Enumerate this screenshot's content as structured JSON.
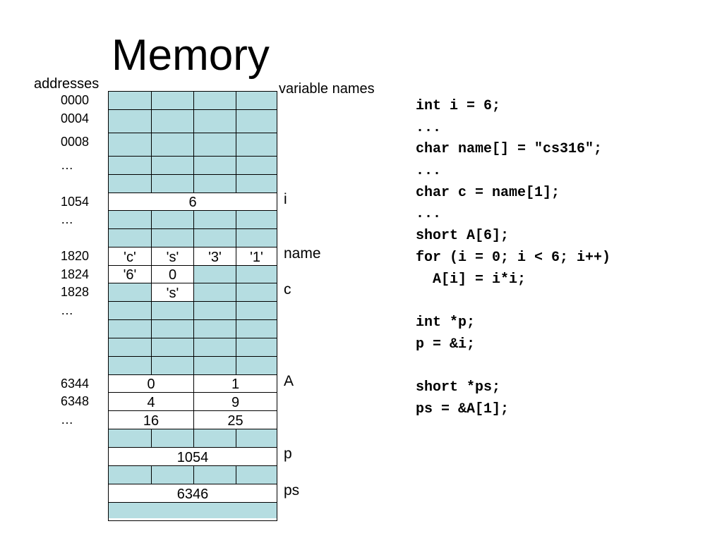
{
  "title": "Memory",
  "headers": {
    "addresses": "addresses",
    "variables": "variable names"
  },
  "addresses": [
    {
      "label": "0000",
      "row": 0
    },
    {
      "label": "0004",
      "row": 1
    },
    {
      "label": "0008",
      "row": 2
    },
    {
      "label": "…",
      "row": 3
    },
    {
      "label": "1054",
      "row": 5
    },
    {
      "label": "…",
      "row": 6
    },
    {
      "label": "1820",
      "row": 8
    },
    {
      "label": "1824",
      "row": 9
    },
    {
      "label": "1828",
      "row": 10
    },
    {
      "label": "…",
      "row": 11
    },
    {
      "label": "6344",
      "row": 15
    },
    {
      "label": "6348",
      "row": 16
    },
    {
      "label": "…",
      "row": 17
    }
  ],
  "variables": [
    {
      "label": "i",
      "row": 5
    },
    {
      "label": "name",
      "row": 8
    },
    {
      "label": "c",
      "row": 10
    },
    {
      "label": "A",
      "row": 15
    },
    {
      "label": "p",
      "row": 19
    },
    {
      "label": "ps",
      "row": 21
    }
  ],
  "memory_rows": [
    {
      "cells": [
        {
          "span": 1,
          "text": ""
        },
        {
          "span": 1,
          "text": ""
        },
        {
          "span": 1,
          "text": ""
        },
        {
          "span": 1,
          "text": ""
        }
      ]
    },
    {
      "cells": [
        {
          "span": 1,
          "text": ""
        },
        {
          "span": 1,
          "text": ""
        },
        {
          "span": 1,
          "text": ""
        },
        {
          "span": 1,
          "text": ""
        }
      ]
    },
    {
      "cells": [
        {
          "span": 1,
          "text": ""
        },
        {
          "span": 1,
          "text": ""
        },
        {
          "span": 1,
          "text": ""
        },
        {
          "span": 1,
          "text": ""
        }
      ]
    },
    {
      "cells": [
        {
          "span": 1,
          "text": ""
        },
        {
          "span": 1,
          "text": ""
        },
        {
          "span": 1,
          "text": ""
        },
        {
          "span": 1,
          "text": ""
        }
      ]
    },
    {
      "cells": [
        {
          "span": 1,
          "text": ""
        },
        {
          "span": 1,
          "text": ""
        },
        {
          "span": 1,
          "text": ""
        },
        {
          "span": 1,
          "text": ""
        }
      ]
    },
    {
      "cells": [
        {
          "span": 4,
          "text": "6",
          "fill": "white"
        }
      ]
    },
    {
      "cells": [
        {
          "span": 1,
          "text": ""
        },
        {
          "span": 1,
          "text": ""
        },
        {
          "span": 1,
          "text": ""
        },
        {
          "span": 1,
          "text": ""
        }
      ]
    },
    {
      "cells": [
        {
          "span": 1,
          "text": ""
        },
        {
          "span": 1,
          "text": ""
        },
        {
          "span": 1,
          "text": ""
        },
        {
          "span": 1,
          "text": ""
        }
      ]
    },
    {
      "cells": [
        {
          "span": 1,
          "text": "'c'",
          "fill": "white"
        },
        {
          "span": 1,
          "text": "'s'",
          "fill": "white"
        },
        {
          "span": 1,
          "text": "'3'",
          "fill": "white"
        },
        {
          "span": 1,
          "text": "'1'",
          "fill": "white"
        }
      ]
    },
    {
      "cells": [
        {
          "span": 1,
          "text": "'6'",
          "fill": "white"
        },
        {
          "span": 1,
          "text": "0",
          "fill": "white"
        },
        {
          "span": 1,
          "text": ""
        },
        {
          "span": 1,
          "text": ""
        }
      ]
    },
    {
      "cells": [
        {
          "span": 1,
          "text": ""
        },
        {
          "span": 1,
          "text": "'s'",
          "fill": "white"
        },
        {
          "span": 1,
          "text": ""
        },
        {
          "span": 1,
          "text": ""
        }
      ]
    },
    {
      "cells": [
        {
          "span": 1,
          "text": ""
        },
        {
          "span": 1,
          "text": ""
        },
        {
          "span": 1,
          "text": ""
        },
        {
          "span": 1,
          "text": ""
        }
      ]
    },
    {
      "cells": [
        {
          "span": 1,
          "text": ""
        },
        {
          "span": 1,
          "text": ""
        },
        {
          "span": 1,
          "text": ""
        },
        {
          "span": 1,
          "text": ""
        }
      ]
    },
    {
      "cells": [
        {
          "span": 1,
          "text": ""
        },
        {
          "span": 1,
          "text": ""
        },
        {
          "span": 1,
          "text": ""
        },
        {
          "span": 1,
          "text": ""
        }
      ]
    },
    {
      "cells": [
        {
          "span": 1,
          "text": ""
        },
        {
          "span": 1,
          "text": ""
        },
        {
          "span": 1,
          "text": ""
        },
        {
          "span": 1,
          "text": ""
        }
      ]
    },
    {
      "cells": [
        {
          "span": 2,
          "text": "0",
          "fill": "white"
        },
        {
          "span": 2,
          "text": "1",
          "fill": "white"
        }
      ]
    },
    {
      "cells": [
        {
          "span": 2,
          "text": "4",
          "fill": "white"
        },
        {
          "span": 2,
          "text": "9",
          "fill": "white"
        }
      ]
    },
    {
      "cells": [
        {
          "span": 2,
          "text": "16",
          "fill": "white"
        },
        {
          "span": 2,
          "text": "25",
          "fill": "white"
        }
      ]
    },
    {
      "cells": [
        {
          "span": 1,
          "text": ""
        },
        {
          "span": 1,
          "text": ""
        },
        {
          "span": 1,
          "text": ""
        },
        {
          "span": 1,
          "text": ""
        }
      ]
    },
    {
      "cells": [
        {
          "span": 4,
          "text": "1054",
          "fill": "white"
        }
      ]
    },
    {
      "cells": [
        {
          "span": 1,
          "text": ""
        },
        {
          "span": 1,
          "text": ""
        },
        {
          "span": 1,
          "text": ""
        },
        {
          "span": 1,
          "text": ""
        }
      ]
    },
    {
      "cells": [
        {
          "span": 4,
          "text": "6346",
          "fill": "white"
        }
      ]
    },
    {
      "cells": [
        {
          "span": 4,
          "text": ""
        }
      ]
    }
  ],
  "code_lines": [
    "int i = 6;",
    "...",
    "char name[] = \"cs316\";",
    "...",
    "char c = name[1];",
    "...",
    "short A[6];",
    "for (i = 0; i < 6; i++)",
    "  A[i] = i*i;",
    "",
    "int *p;",
    "p = &i;",
    "",
    "short *ps;",
    "ps = &A[1];"
  ],
  "colors": {
    "cell_fill": "#b5dde1",
    "value_fill": "#ffffff",
    "grid_line": "#000000"
  }
}
